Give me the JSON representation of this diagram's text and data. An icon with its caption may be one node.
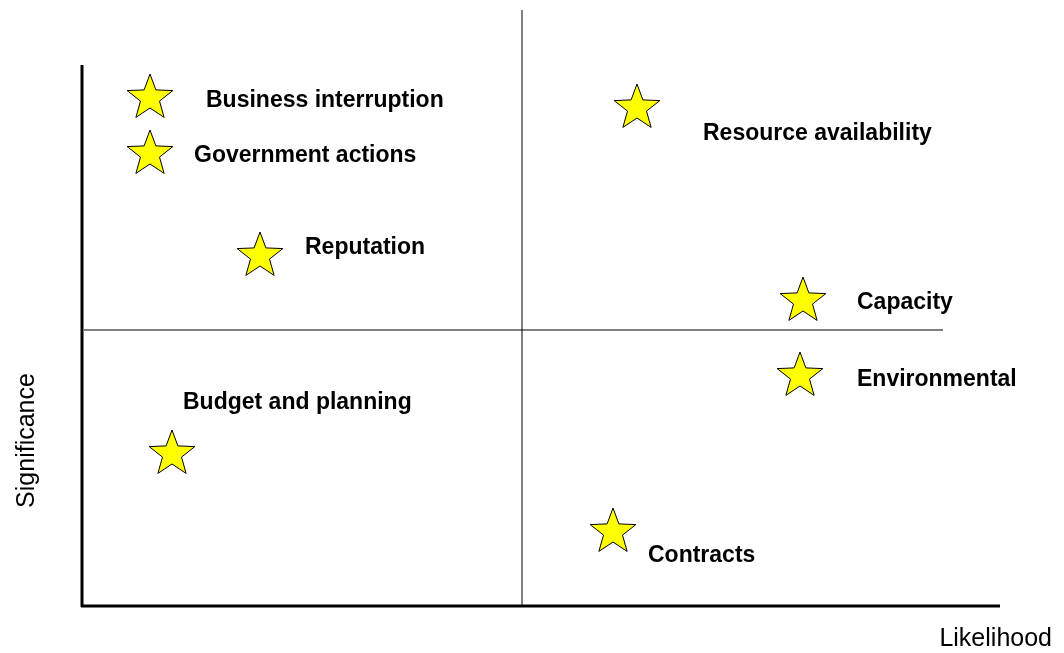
{
  "diagram": {
    "nodes": [
      {
        "text": [],
        "shape": "star",
        "beside": [
          "Business interruption"
        ]
      },
      {
        "text": [],
        "shape": "star",
        "beside": [
          "Resource availability"
        ]
      },
      {
        "text": [],
        "shape": "star",
        "beside": [
          "Government actions"
        ]
      },
      {
        "text": [],
        "shape": "star",
        "beside": [
          "Reputation"
        ]
      },
      {
        "text": [],
        "shape": "star",
        "beside": [
          "Capacity"
        ]
      },
      {
        "text": [],
        "shape": "star",
        "beside": [
          "Environmental"
        ]
      },
      {
        "text": [],
        "shape": "star",
        "beside": [
          "Budget and planning"
        ]
      },
      {
        "text": [],
        "shape": "star",
        "beside": [
          "Contracts"
        ]
      }
    ],
    "labels": [
      "Significance",
      "Likelihood"
    ]
  }
}
